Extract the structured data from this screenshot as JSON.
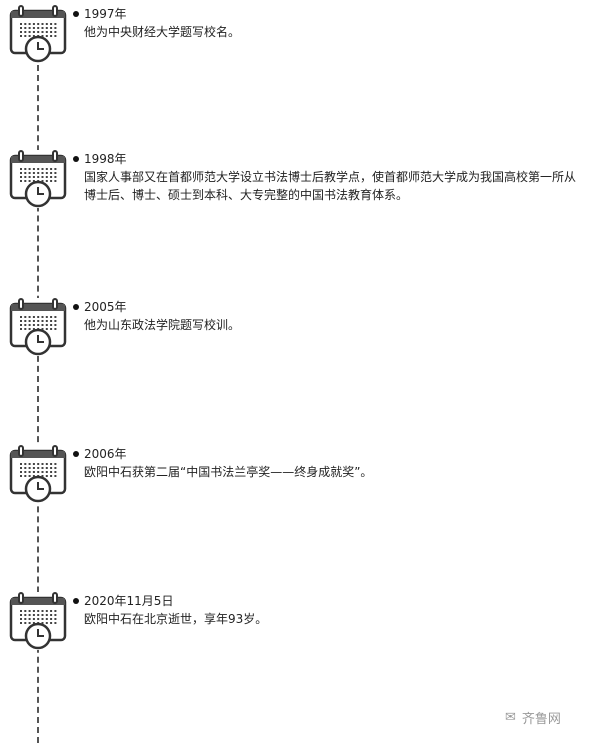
{
  "entries": [
    {
      "date": "1997年",
      "text": "他为中央财经大学题写校名。"
    },
    {
      "date": "1998年",
      "text": "国家人事部又在首都师范大学设立书法博士后教学点，使首都师范大学成为我国高校第一所从博士后、博士、硕士到本科、大专完整的中国书法教育体系。"
    },
    {
      "date": "2005年",
      "text": "他为山东政法学院题写校训。"
    },
    {
      "date": "2006年",
      "text": "欧阳中石获第二届“中国书法兰亭奖——终身成就奖”。"
    },
    {
      "date": "2020年11月5日",
      "text": "欧阳中石在北京逝世，享年93岁。"
    }
  ],
  "watermark": "齐鲁网"
}
